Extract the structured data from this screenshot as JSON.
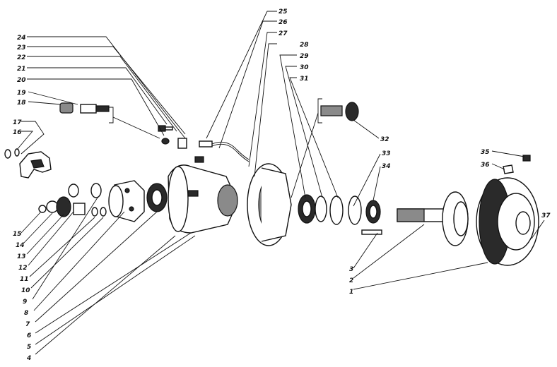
{
  "callouts": [
    "1",
    "2",
    "3",
    "4",
    "5",
    "6",
    "7",
    "8",
    "9",
    "10",
    "11",
    "12",
    "13",
    "14",
    "15",
    "16",
    "17",
    "18",
    "19",
    "20",
    "21",
    "22",
    "23",
    "24",
    "25",
    "26",
    "27",
    "28",
    "29",
    "30",
    "31",
    "32",
    "33",
    "34",
    "35",
    "36",
    "37"
  ]
}
